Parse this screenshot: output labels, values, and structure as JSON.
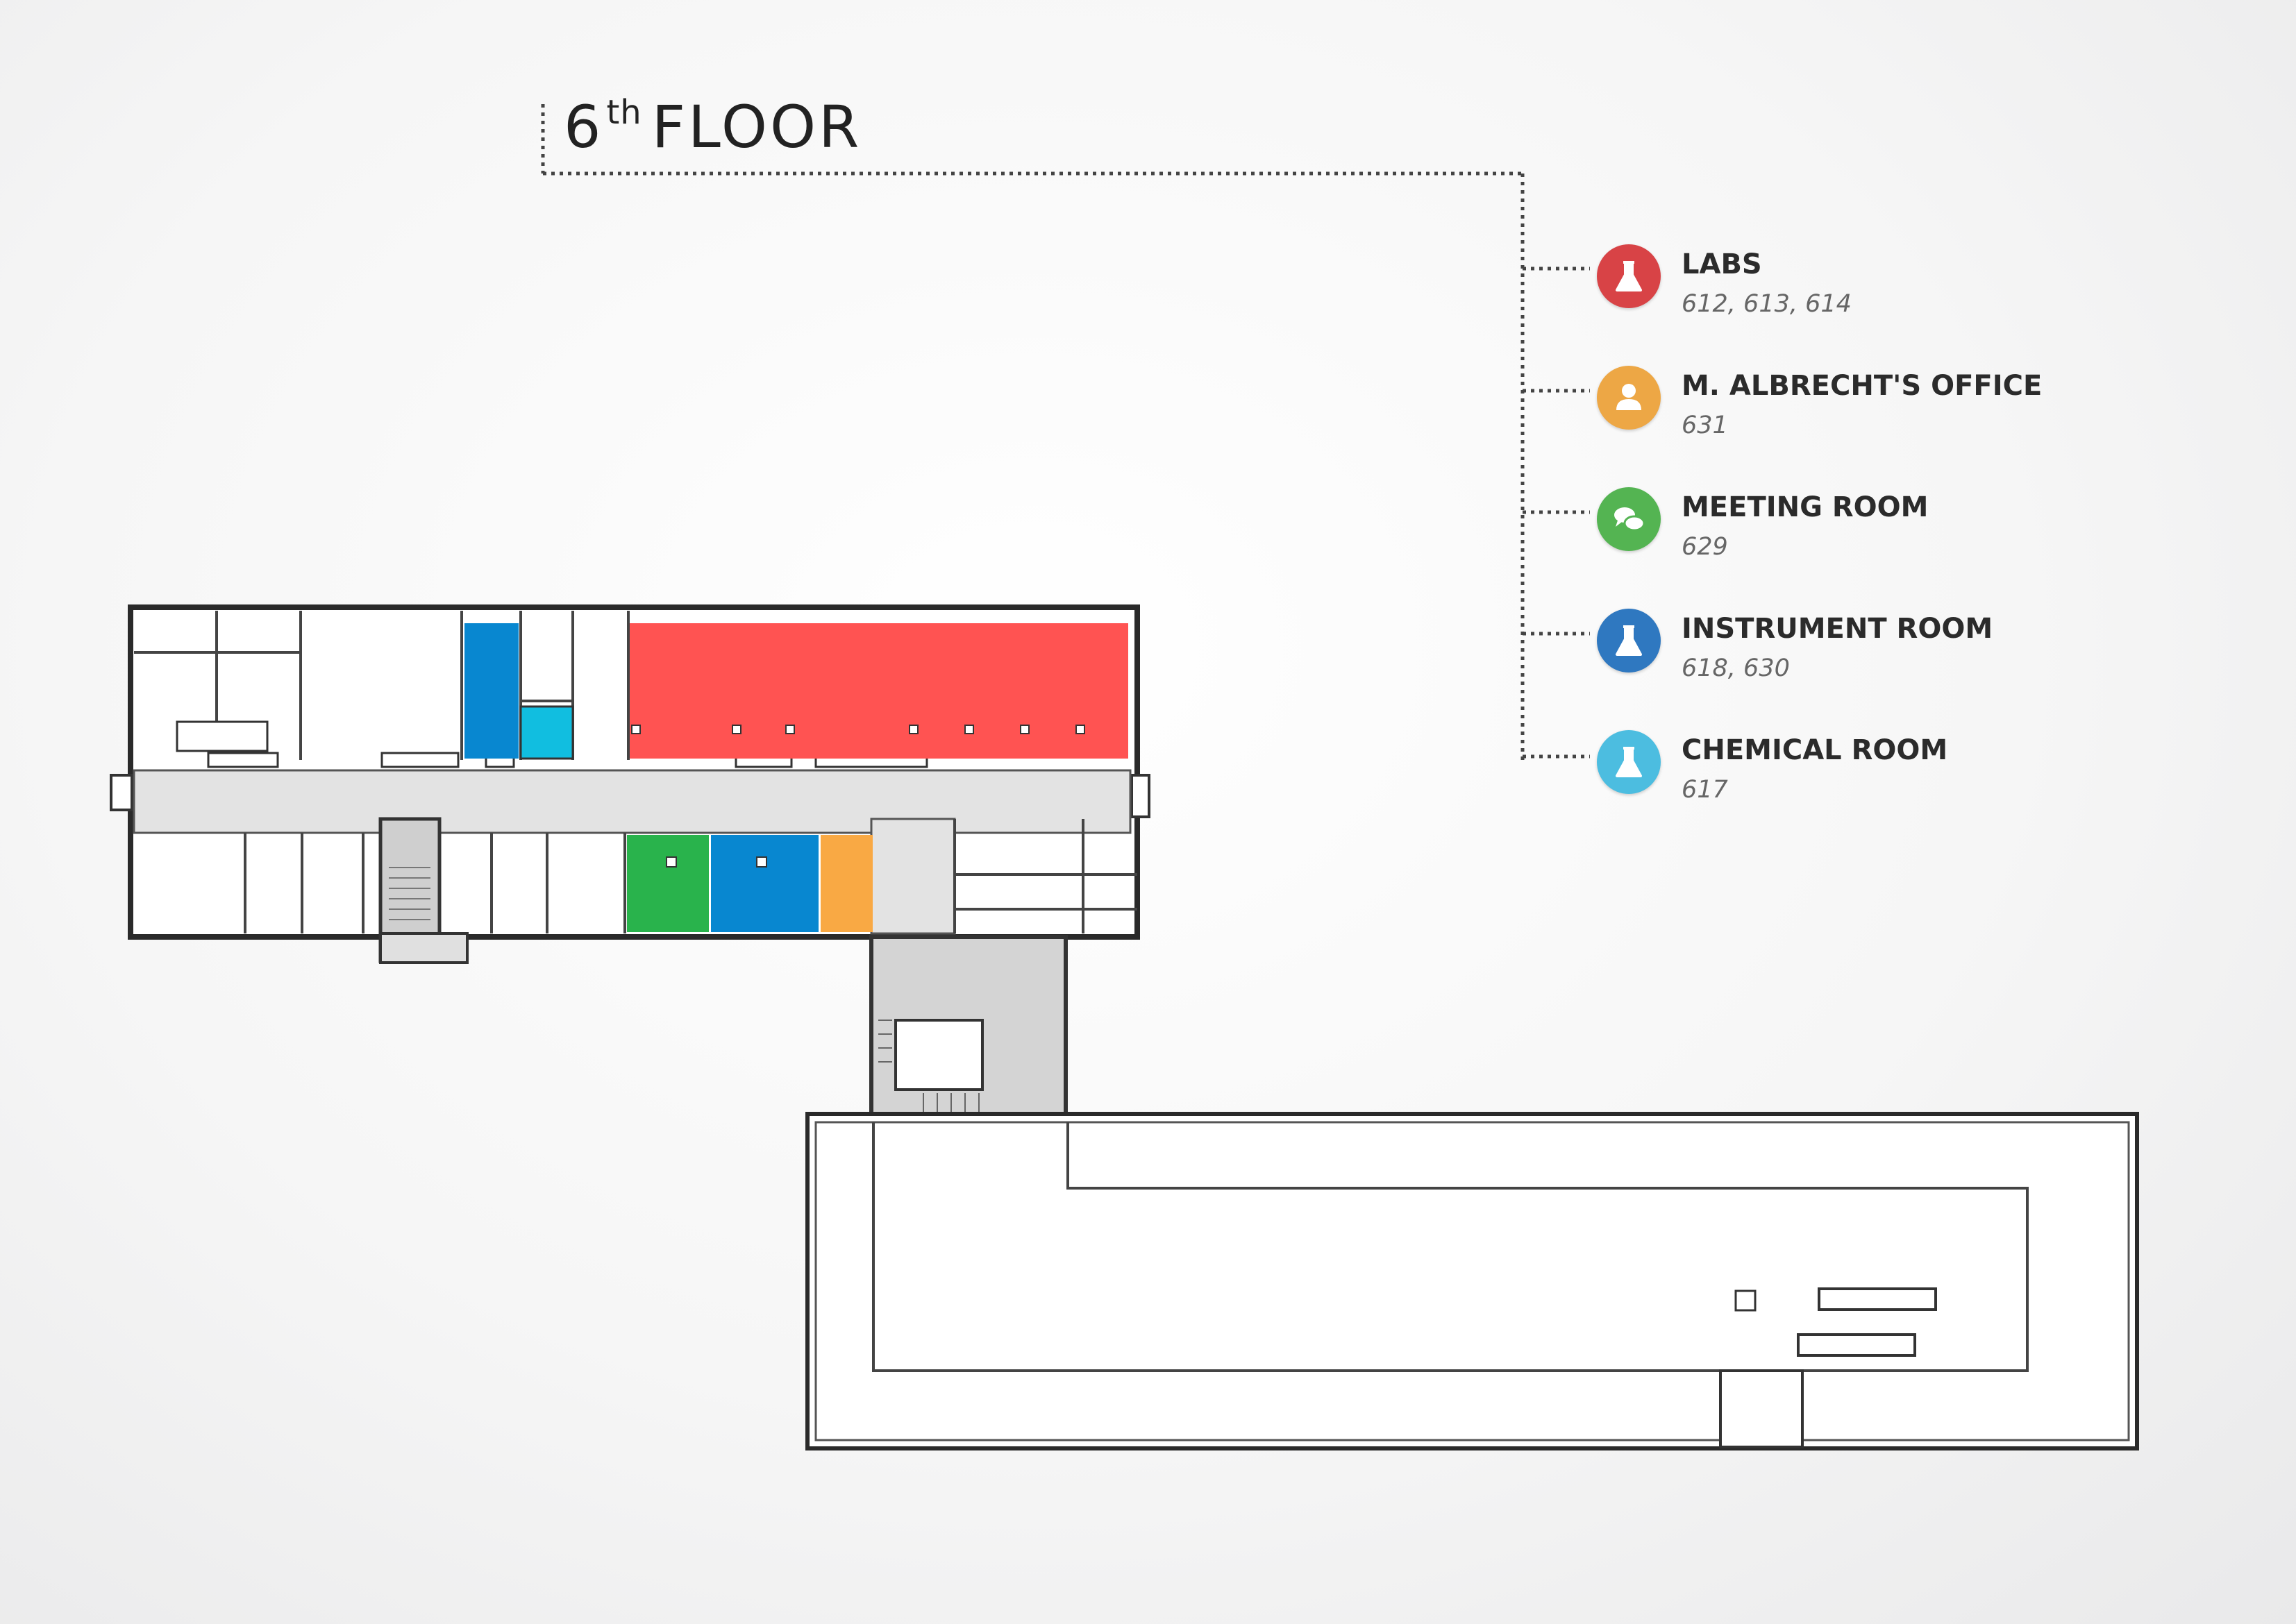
{
  "floor": {
    "number": "6",
    "suffix": "th",
    "word": "FLOOR"
  },
  "legend": [
    {
      "key": "labs",
      "label": "LABS",
      "rooms": "612, 613, 614",
      "color": "#ff5352",
      "icon": "flask-icon"
    },
    {
      "key": "office",
      "label": "M. ALBRECHT'S OFFICE",
      "rooms": "631",
      "color": "#f9a944",
      "icon": "person-icon"
    },
    {
      "key": "meeting",
      "label": "MEETING ROOM",
      "rooms": "629",
      "color": "#29b34c",
      "icon": "chat-bubbles-icon"
    },
    {
      "key": "instrument",
      "label": "INSTRUMENT ROOM",
      "rooms": "618, 630",
      "color": "#0887d0",
      "icon": "flask-icon"
    },
    {
      "key": "chemical",
      "label": "CHEMICAL ROOM",
      "rooms": "617",
      "color": "#11bee0",
      "icon": "flask-icon"
    }
  ]
}
